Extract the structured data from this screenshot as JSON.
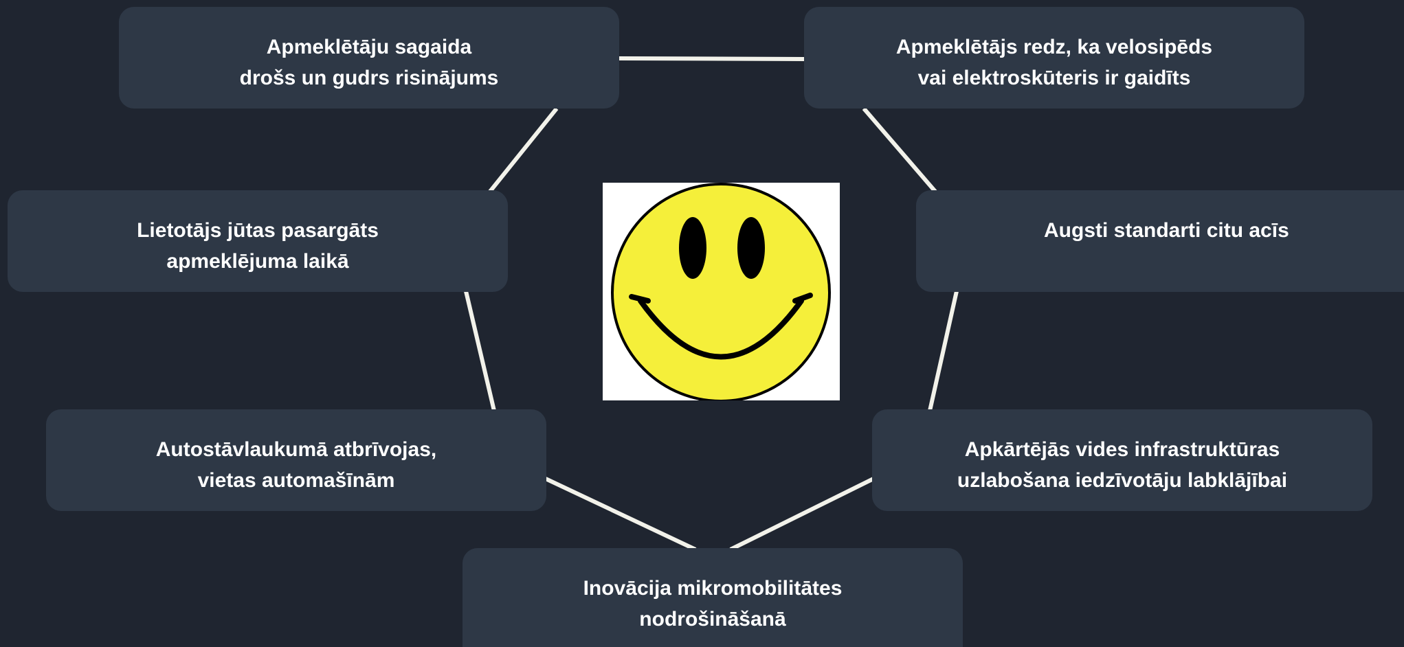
{
  "diagram": {
    "center_icon": "smiley-face-icon",
    "colors": {
      "background": "#1f2530",
      "node_fill": "#2e3846",
      "node_text": "#ffffff",
      "connector": "#f2f2ea",
      "smiley_fill": "#f5ef3a",
      "smiley_outline": "#000000"
    },
    "nodes": [
      {
        "id": "top-left",
        "lines": [
          "Apmeklētāju sagaida",
          "drošs un gudrs risinājums"
        ]
      },
      {
        "id": "top-right",
        "lines": [
          "Apmeklētājs redz, ka velosipēds",
          "vai elektroskūteris ir gaidīts"
        ]
      },
      {
        "id": "mid-left",
        "lines": [
          "Lietotājs jūtas pasargāts",
          "apmeklējuma laikā"
        ]
      },
      {
        "id": "mid-right",
        "lines": [
          "Augsti standarti citu acīs"
        ]
      },
      {
        "id": "lower-left",
        "lines": [
          "Autostāvlaukumā atbrīvojas,",
          "vietas automašīnām"
        ]
      },
      {
        "id": "lower-right",
        "lines": [
          "Apkārtējās vides infrastruktūras",
          "uzlabošana iedzīvotāju labklājībai"
        ]
      },
      {
        "id": "bottom",
        "lines": [
          "Inovācija mikromobilitātes",
          "nodrošināšanā"
        ]
      }
    ]
  }
}
